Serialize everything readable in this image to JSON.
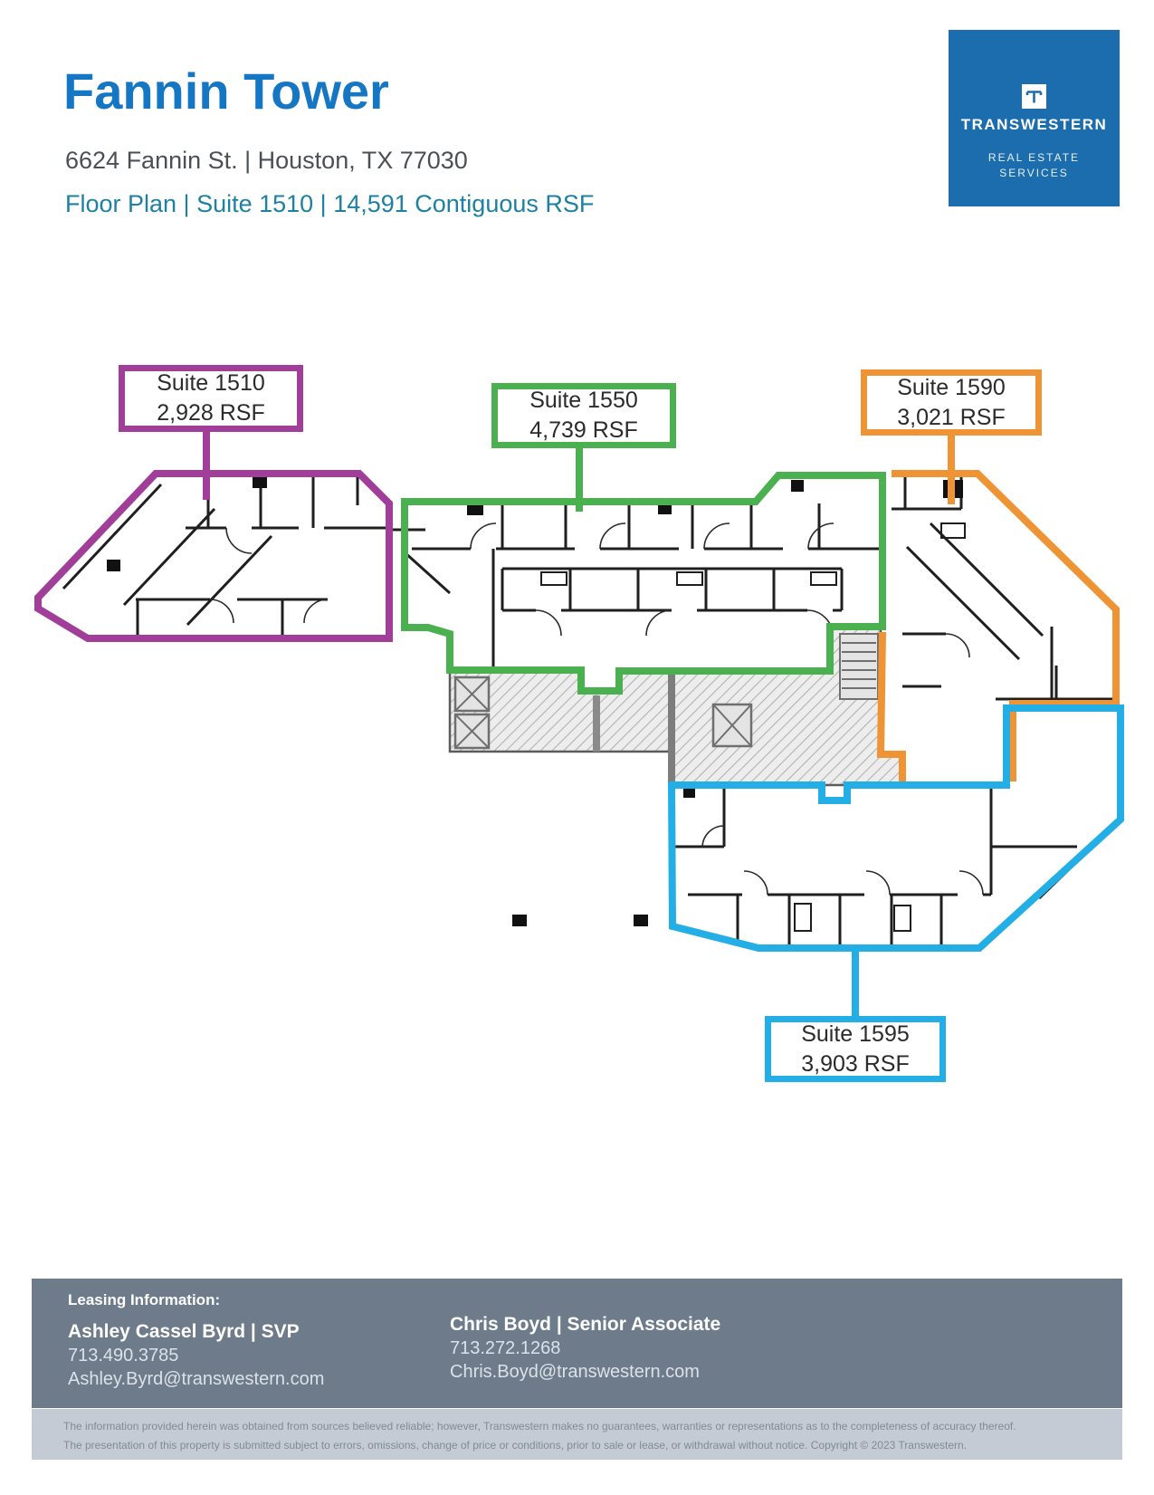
{
  "header": {
    "title": "Fannin Tower",
    "address": "6624 Fannin St. | Houston, TX 77030",
    "subtitle": "Floor Plan | Suite 1510 | 14,591 Contiguous RSF"
  },
  "logo": {
    "icon": "transwestern-t-icon",
    "name": "TRANSWESTERN",
    "tagline_line1": "REAL ESTATE",
    "tagline_line2": "SERVICES",
    "bg_color": "#1b6dad"
  },
  "colors": {
    "title_blue": "#1577c4",
    "subtitle_teal": "#1e80a2",
    "footer_slate": "#6d7b8a",
    "disclaimer_bg": "#c4cbd4"
  },
  "floor_plan": {
    "suites": [
      {
        "name": "Suite 1510",
        "rsf": "2,928 RSF",
        "color": "#a03e99"
      },
      {
        "name": "Suite 1550",
        "rsf": "4,739 RSF",
        "color": "#4bb04f"
      },
      {
        "name": "Suite 1590",
        "rsf": "3,021 RSF",
        "color": "#ee9434"
      },
      {
        "name": "Suite 1595",
        "rsf": "3,903 RSF",
        "color": "#23aee5"
      }
    ]
  },
  "footer": {
    "heading": "Leasing Information:",
    "contacts": [
      {
        "name_title": "Ashley Cassel Byrd | SVP",
        "phone": "713.490.3785",
        "email": "Ashley.Byrd@transwestern.com"
      },
      {
        "name_title": "Chris Boyd | Senior Associate",
        "phone": "713.272.1268",
        "email": "Chris.Boyd@transwestern.com"
      }
    ]
  },
  "disclaimer": {
    "line1": "The information provided herein was obtained from sources believed reliable; however, Transwestern makes no guarantees, warranties or representations as to the completeness of accuracy thereof.",
    "line2": "The presentation of this property is submitted subject to errors, omissions, change of price or conditions, prior to sale or lease, or withdrawal without notice. Copyright © 2023 Transwestern."
  }
}
